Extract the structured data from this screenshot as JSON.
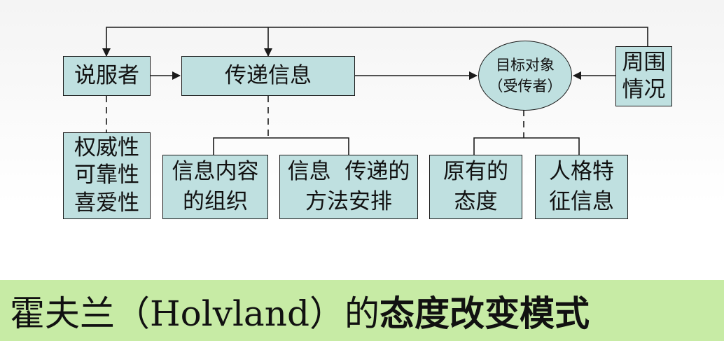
{
  "diagram": {
    "nodes": {
      "persuader": "说服者",
      "transmit_info": "传递信息",
      "target_line1": "目标对象",
      "target_line2": "（受传者）",
      "surroundings_line1": "周围",
      "surroundings_line2": "情况",
      "credibility_line1": "权威性",
      "credibility_line2": "可靠性",
      "credibility_line3": "喜爱性",
      "content_org_line1": "信息内容",
      "content_org_line2": "的组织",
      "method_line1": "信息  传递的",
      "method_line2": "方法安排",
      "attitude_line1": "原有的",
      "attitude_line2": "态度",
      "personality_line1": "人格特",
      "personality_line2": "征信息"
    },
    "colors": {
      "box_fill": "#bfe0e0",
      "line": "#1a1a1a",
      "title_bar": "#c7eba5"
    }
  },
  "title": {
    "main": "霍夫兰（Holvland）的",
    "emphasis": "态度改变模式"
  }
}
